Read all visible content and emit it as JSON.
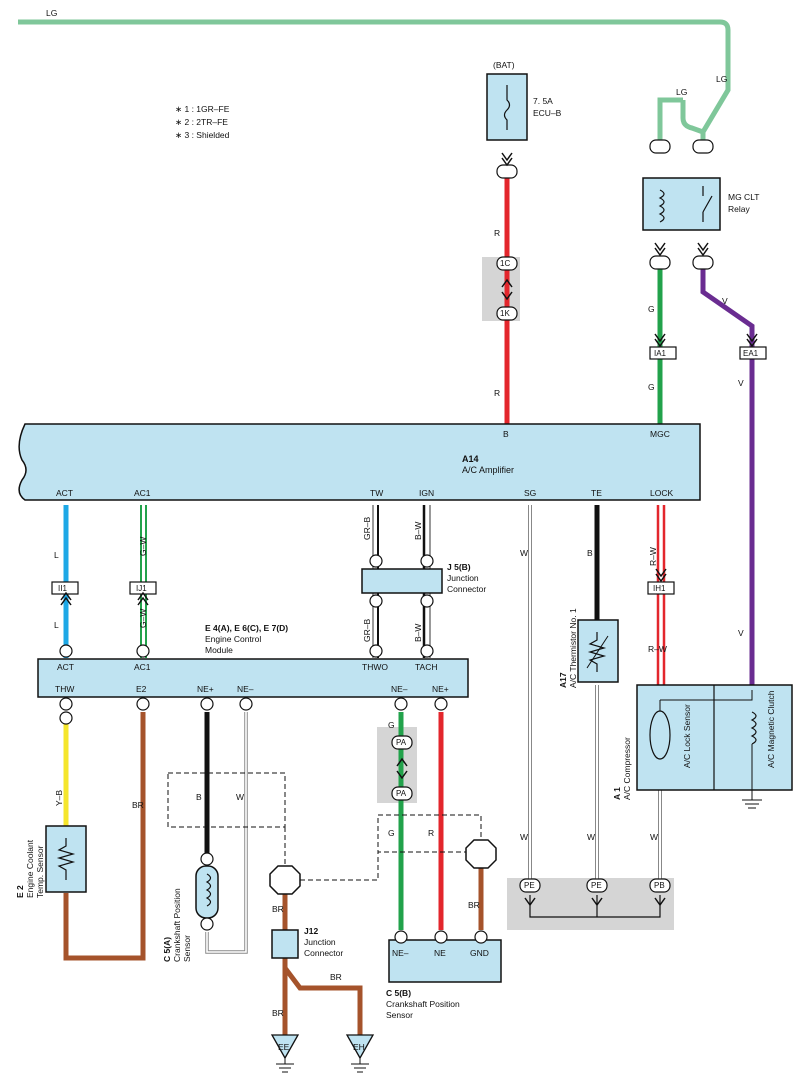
{
  "notes": [
    "∗ 1 : 1GR–FE",
    "∗ 2 : 2TR–FE",
    "∗ 3 : Shielded"
  ],
  "colors": {
    "LG": "#7fc79a",
    "R": "#e3262c",
    "V": "#6a2c91",
    "G": "#22a24b",
    "L": "#1ea8e6",
    "Y": "#f5e62c",
    "BR": "#a5532b",
    "B": "#111111",
    "W": "#ffffff",
    "GR": "#9a9a9a",
    "box": "#bfe3f1",
    "gray": "#d5d5d5"
  },
  "battery": {
    "label": "(BAT)",
    "fuse": "7. 5A",
    "fuse_name": "ECU–B"
  },
  "relay": {
    "name": "MG CLT",
    "sub": "Relay"
  },
  "amplifier": {
    "code": "A14",
    "name": "A/C Amplifier",
    "top_pins": [
      "B",
      "MGC"
    ],
    "bottom_pins": [
      "ACT",
      "AC1",
      "TW",
      "IGN",
      "SG",
      "TE",
      "LOCK"
    ]
  },
  "ecm": {
    "code": "E 4(A), E 6(C), E 7(D)",
    "name1": "Engine Control",
    "name2": "Module",
    "top_pins": [
      "ACT",
      "AC1",
      "THWO",
      "TACH"
    ],
    "bottom_pins": [
      "THW",
      "E2",
      "NE+",
      "NE–",
      "NE–",
      "NE+"
    ]
  },
  "junction_j5": {
    "code": "J 5(B)",
    "name1": "Junction",
    "name2": "Connector"
  },
  "junction_j12": {
    "code": "J12",
    "name1": "Junction",
    "name2": "Connector"
  },
  "thermistor": {
    "code": "A17",
    "name": "A/C Thermistor No. 1"
  },
  "compressor": {
    "code": "A 1",
    "name": "A/C Compressor",
    "lock_sensor": "A/C Lock Sensor",
    "clutch": "A/C Magnetic Clutch"
  },
  "coolant_sensor": {
    "code": "E 2",
    "name1": "Engine Coolant",
    "name2": "Temp. Sensor"
  },
  "crank_a": {
    "code": "C 5(A)",
    "name1": "Crankshaft Position",
    "name2": "Sensor"
  },
  "crank_b": {
    "code": "C 5(B)",
    "name1": "Crankshaft Position",
    "name2": "Sensor",
    "pins": [
      "NE–",
      "NE",
      "GND"
    ]
  },
  "grounds": [
    "EE",
    "EH"
  ],
  "connectors": [
    "IA1",
    "EA1",
    "II1",
    "IJ1",
    "IH1",
    "1C",
    "1K",
    "PA",
    "PE",
    "PB"
  ],
  "wire_labels": [
    "LG",
    "R",
    "V",
    "G",
    "L",
    "G–W",
    "GR–B",
    "B–W",
    "W",
    "B",
    "R–W",
    "Y–B",
    "BR"
  ]
}
